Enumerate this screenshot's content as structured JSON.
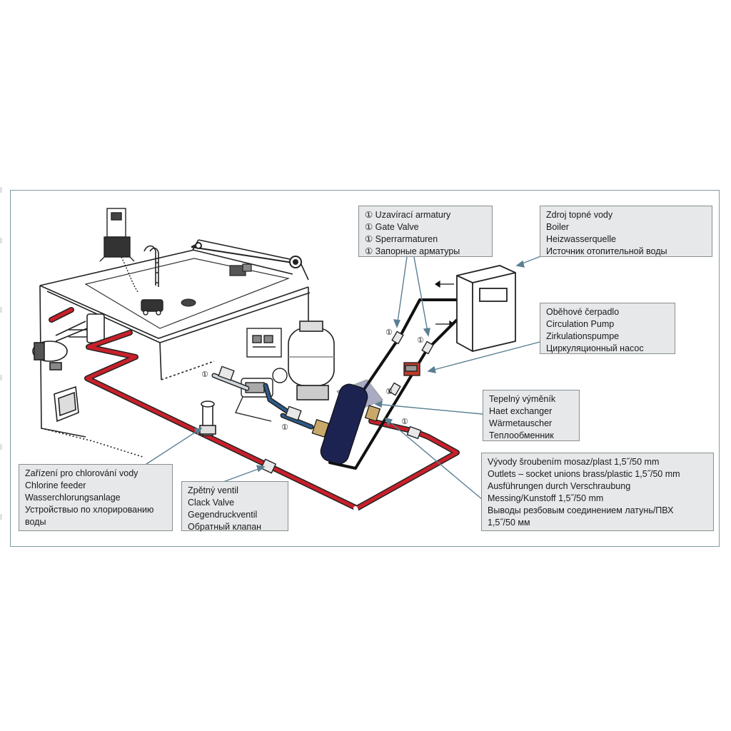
{
  "diagram": {
    "valve_marker": "①",
    "pipe_color": "#c8202a",
    "pipe_dark_color": "#111111",
    "connector_color": "#2d5b8a",
    "heat_exchanger_color": "#1c2350"
  },
  "labels": {
    "gate_valve": [
      "① Uzavírací armatury",
      "① Gate Valve",
      "① Sperrarmaturen",
      "① Запорные арматуры"
    ],
    "boiler": [
      "Zdroj topné vody",
      "Boiler",
      "Heizwasserquelle",
      "Источник отопительной воды"
    ],
    "circulation_pump": [
      "Oběhové čerpadlo",
      "Circulation Pump",
      "Zirkulationspumpe",
      "Циркуляционный насос"
    ],
    "heat_exchanger": [
      "Tepelný výměník",
      "Haet exchanger",
      "Wärmetauscher",
      "Теплообменник"
    ],
    "outlets": [
      "Vývody šroubením mosaz/plast 1,5˝/50 mm",
      "Outlets – socket unions brass/plastic 1,5˝/50 mm",
      "Ausführungen durch Verschraubung",
      "Messing/Kunstoff 1,5˝/50 mm",
      "Выводы резбовым соединением латунь/ПВХ",
      "1,5˝/50 мм"
    ],
    "chlorine_feeder": [
      "Zařízení pro chlorování vody",
      "Chlorine feeder",
      "Wasserchlorungsanlage",
      "Устройствыо по хлорированию",
      "воды"
    ],
    "check_valve": [
      "Zpětný ventil",
      "Clack Valve",
      "Gegendruckventil",
      "Обратный клапан"
    ]
  }
}
